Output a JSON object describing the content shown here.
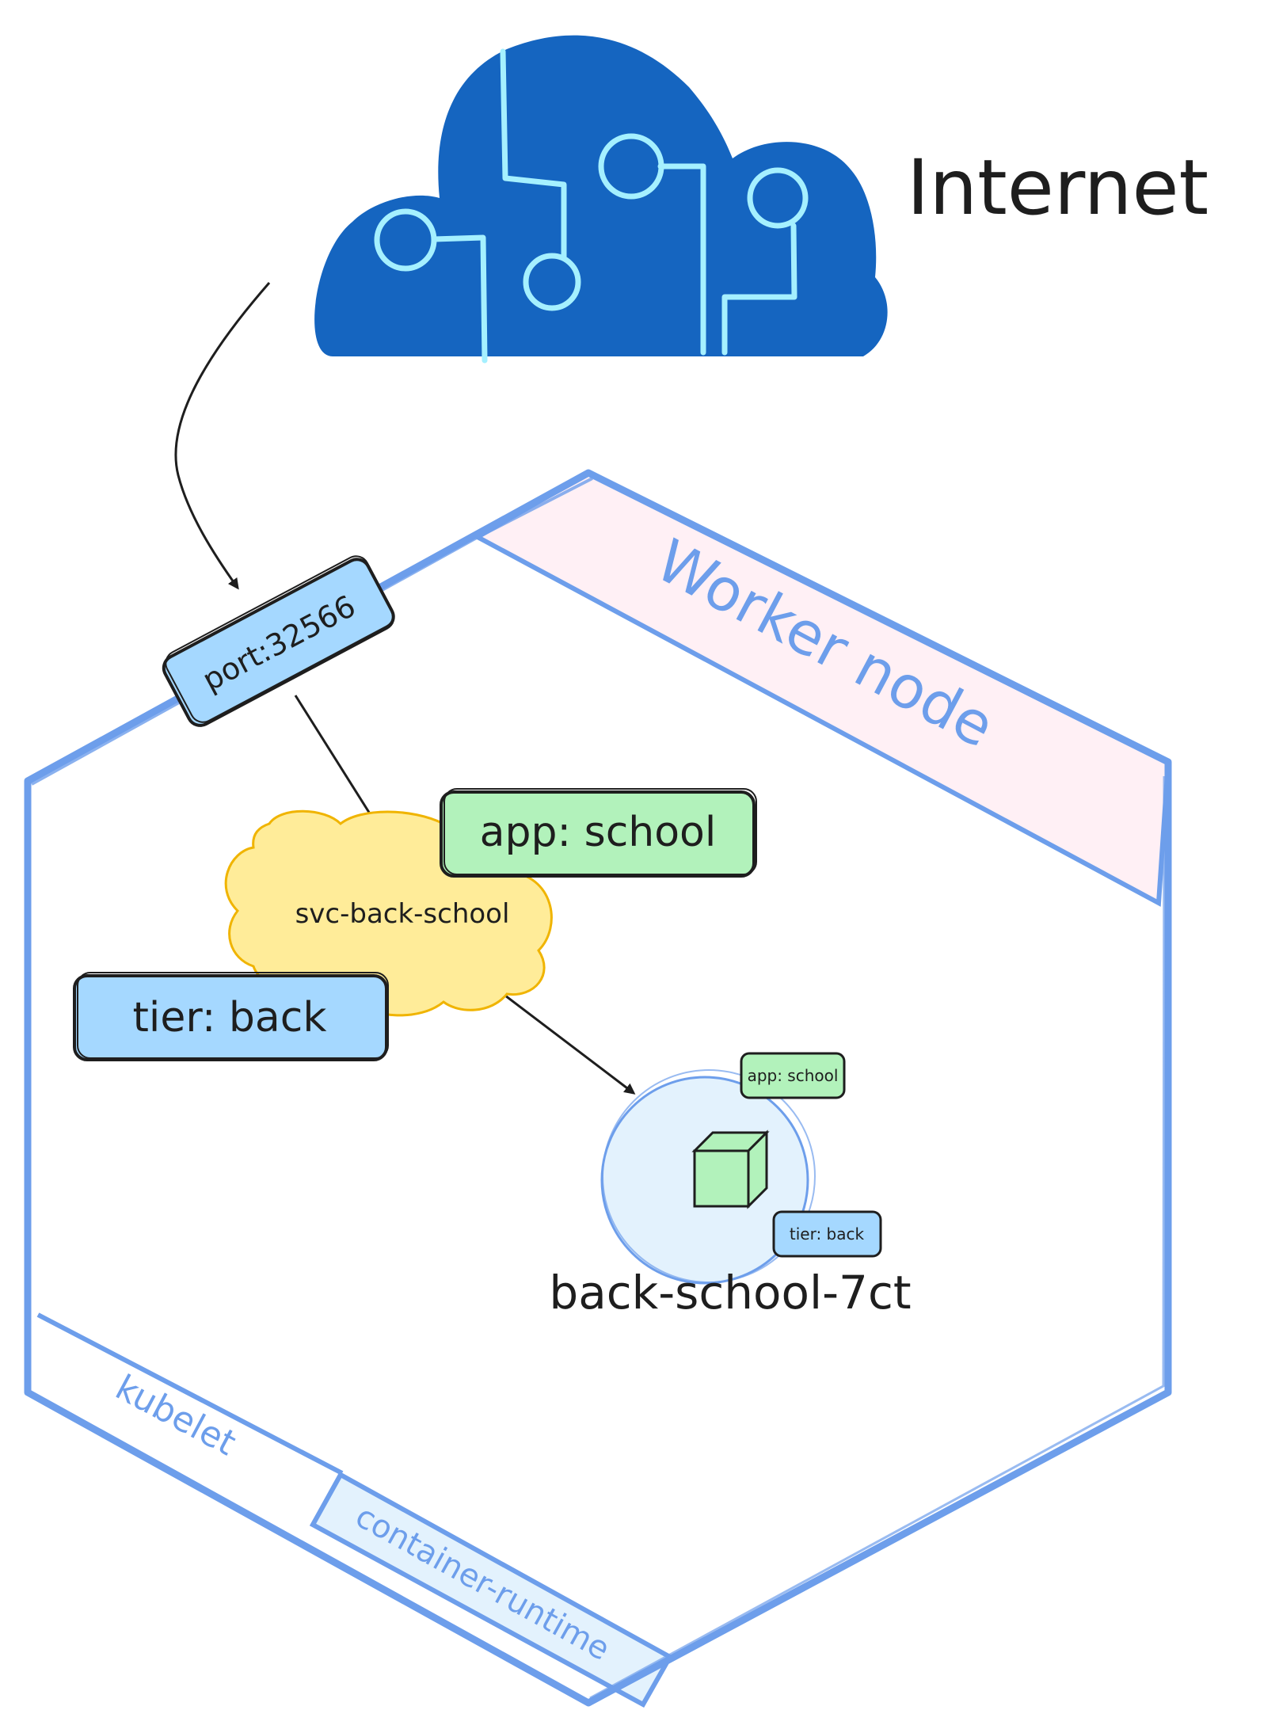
{
  "internet": {
    "label": "Internet"
  },
  "worker_node": {
    "label": "Worker node"
  },
  "entry_port": {
    "label": "port:32566"
  },
  "service": {
    "name": "svc-back-school",
    "label_app": "app: school",
    "label_tier": "tier: back"
  },
  "pod": {
    "name": "back-school-7ct",
    "label_app": "app: school",
    "label_tier": "tier: back"
  },
  "components": {
    "kubelet": "kubelet",
    "container_runtime": "container-runtime"
  },
  "colors": {
    "node_border": "#6d9eeb",
    "cloud_fill": "#1565c0",
    "circuit": "#a5f0ff",
    "port_fill": "#a5d8ff",
    "service_fill": "#ffec99",
    "service_stroke": "#f0b400",
    "label_green": "#b2f2bb",
    "label_blue": "#a5d8ff",
    "pod_fill": "#e3f2fd",
    "cube_green": "#b2f2bb",
    "worker_band": "#fff0f5",
    "runtime_band": "#e3f2fd"
  }
}
